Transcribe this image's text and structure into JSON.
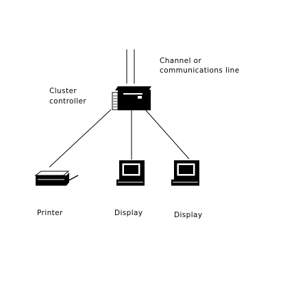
{
  "diagram": {
    "labels": {
      "channel_line1": "Channel or",
      "channel_line2": "communications line",
      "cluster_line1": "Cluster",
      "cluster_line2": "controller",
      "printer": "Printer",
      "display_1": "Display",
      "display_2": "Display"
    },
    "nodes": [
      {
        "id": "cluster-controller",
        "icon": "cluster-controller-icon"
      },
      {
        "id": "printer",
        "icon": "printer-icon"
      },
      {
        "id": "display-1",
        "icon": "display-terminal-icon"
      },
      {
        "id": "display-2",
        "icon": "display-terminal-icon"
      }
    ],
    "edges": [
      {
        "from": "channel",
        "to": "cluster-controller"
      },
      {
        "from": "cluster-controller",
        "to": "printer"
      },
      {
        "from": "cluster-controller",
        "to": "display-1"
      },
      {
        "from": "cluster-controller",
        "to": "display-2"
      }
    ],
    "colors": {
      "stroke": "#000000",
      "fill": "#000000",
      "background": "#ffffff"
    }
  }
}
